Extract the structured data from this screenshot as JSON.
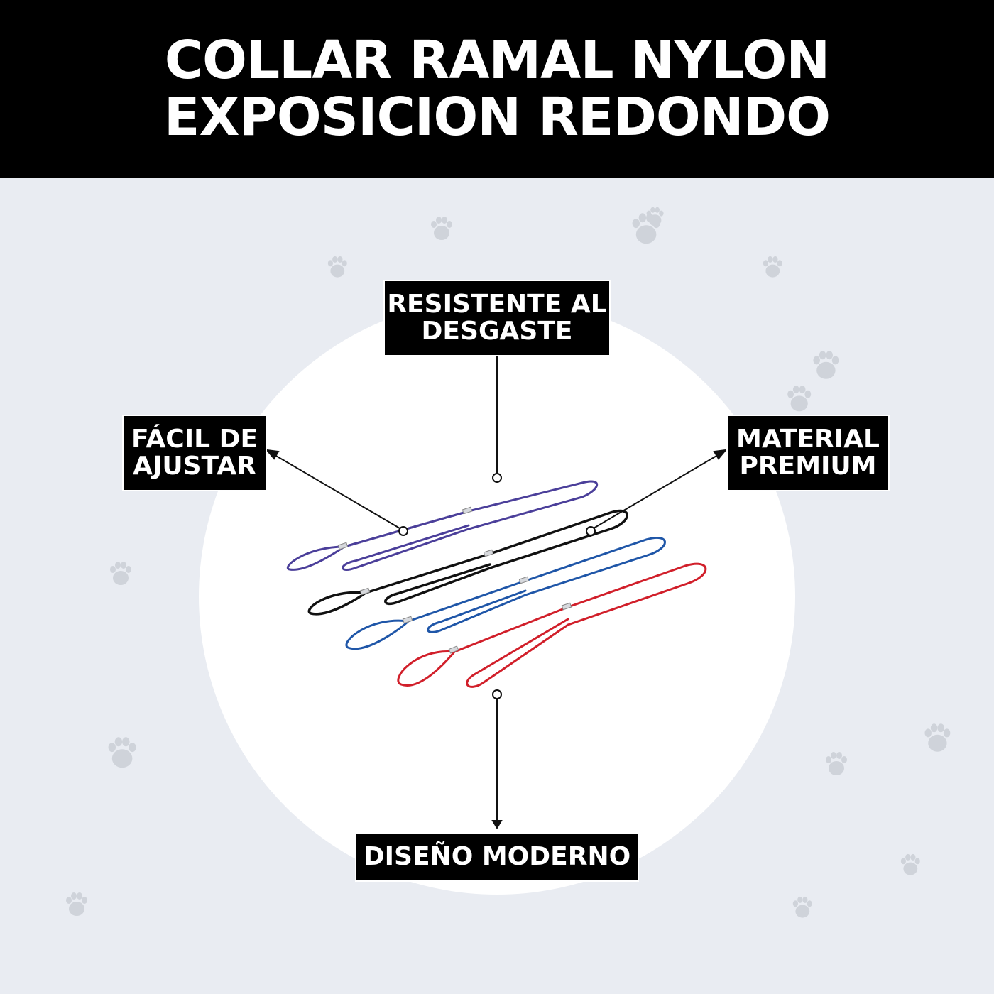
{
  "header": {
    "title_line1": "COLLAR RAMAL NYLON",
    "title_line2": "EXPOSICION REDONDO"
  },
  "callouts": {
    "top": {
      "line1": "RESISTENTE AL",
      "line2": "DESGASTE"
    },
    "left": {
      "line1": "FÁCIL DE",
      "line2": "AJUSTAR"
    },
    "right": {
      "line1": "MATERIAL",
      "line2": "PREMIUM"
    },
    "bottom": {
      "line1": "DISEÑO MODERNO"
    }
  },
  "product": {
    "leash_colors": [
      "#4b3f9a",
      "#111111",
      "#1f56a8",
      "#d11f2a"
    ]
  },
  "colors": {
    "header_bg": "#000000",
    "page_bg": "#e9ecf2",
    "circle_bg": "#ffffff",
    "paw": "#cfd3da",
    "label_bg": "#000000",
    "label_text": "#ffffff"
  },
  "decor": {
    "icon": "paw-print-icon"
  }
}
